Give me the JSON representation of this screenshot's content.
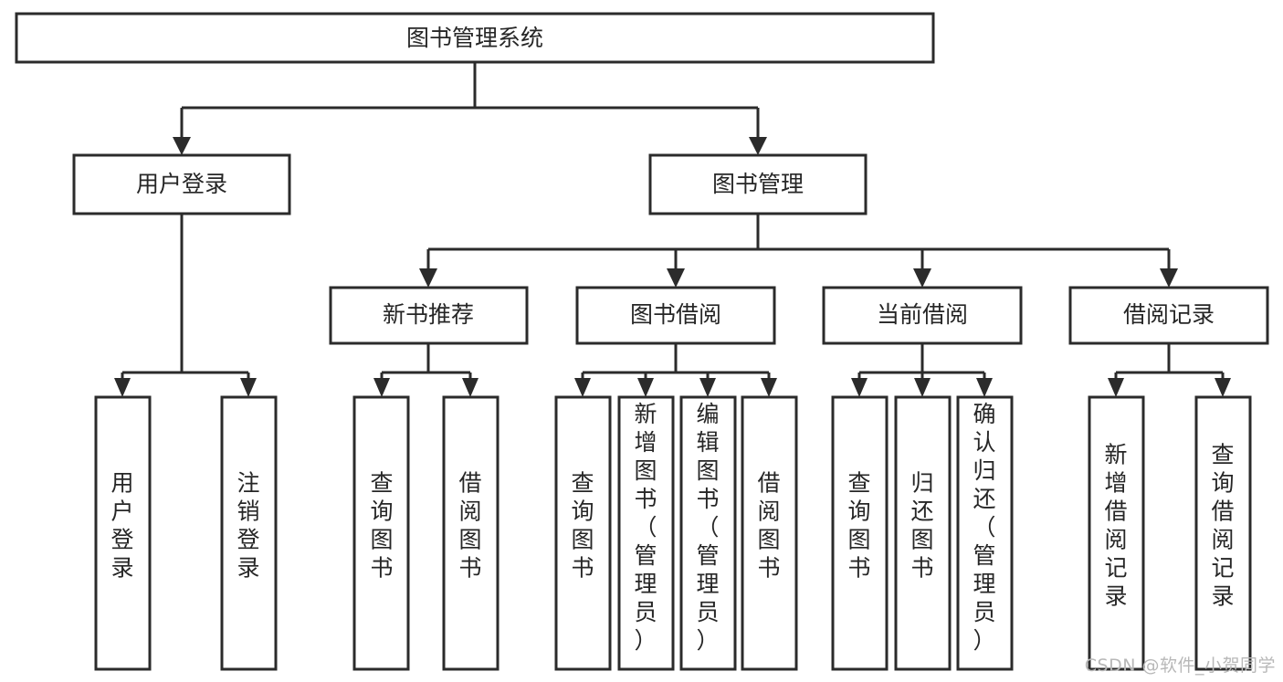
{
  "diagram": {
    "type": "tree",
    "title": "图书管理系统",
    "watermark": "CSDN @软件_小贺同学",
    "colors": {
      "box_stroke": "#2b2b2b",
      "box_fill": "#ffffff",
      "text": "#262626",
      "connector": "#2b2b2b",
      "background": "#ffffff",
      "watermark": "#b8b8b8"
    },
    "nodes": {
      "root": {
        "label": "图书管理系统",
        "orientation": "horizontal"
      },
      "l2": [
        {
          "label": "用户登录",
          "orientation": "horizontal"
        },
        {
          "label": "图书管理",
          "orientation": "horizontal"
        }
      ],
      "l3": [
        {
          "label": "新书推荐",
          "orientation": "horizontal"
        },
        {
          "label": "图书借阅",
          "orientation": "horizontal"
        },
        {
          "label": "当前借阅",
          "orientation": "horizontal"
        },
        {
          "label": "借阅记录",
          "orientation": "horizontal"
        }
      ],
      "leaves": [
        {
          "label": "用户登录",
          "orientation": "vertical",
          "parent": "用户登录"
        },
        {
          "label": "注销登录",
          "orientation": "vertical",
          "parent": "用户登录"
        },
        {
          "label": "查询图书",
          "orientation": "vertical",
          "parent": "新书推荐"
        },
        {
          "label": "借阅图书",
          "orientation": "vertical",
          "parent": "新书推荐"
        },
        {
          "label": "查询图书",
          "orientation": "vertical",
          "parent": "图书借阅"
        },
        {
          "label": "新增图书（管理员）",
          "orientation": "vertical",
          "parent": "图书借阅"
        },
        {
          "label": "编辑图书（管理员）",
          "orientation": "vertical",
          "parent": "图书借阅"
        },
        {
          "label": "借阅图书",
          "orientation": "vertical",
          "parent": "图书借阅"
        },
        {
          "label": "查询图书",
          "orientation": "vertical",
          "parent": "当前借阅"
        },
        {
          "label": "归还图书",
          "orientation": "vertical",
          "parent": "当前借阅"
        },
        {
          "label": "确认归还（管理员）",
          "orientation": "vertical",
          "parent": "当前借阅"
        },
        {
          "label": "新增借阅记录",
          "orientation": "vertical",
          "parent": "借阅记录"
        },
        {
          "label": "查询借阅记录",
          "orientation": "vertical",
          "parent": "借阅记录"
        }
      ]
    }
  }
}
